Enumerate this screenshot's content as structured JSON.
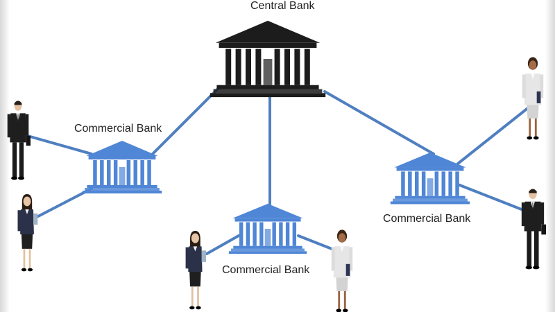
{
  "labels": {
    "central": "Central Bank",
    "commercial_left": "Commercial Bank",
    "commercial_center": "Commercial Bank",
    "commercial_right": "Commercial Bank"
  },
  "icons": {
    "central_bank": "bank-building-icon",
    "commercial_bank": "bank-building-icon",
    "customer": "person-icon"
  },
  "colors": {
    "connector": "#4f7fc0",
    "central_bank": "#1c1c1c",
    "commercial_bank": "#4f86d6",
    "commercial_bank_dark": "#2f5ea6"
  }
}
